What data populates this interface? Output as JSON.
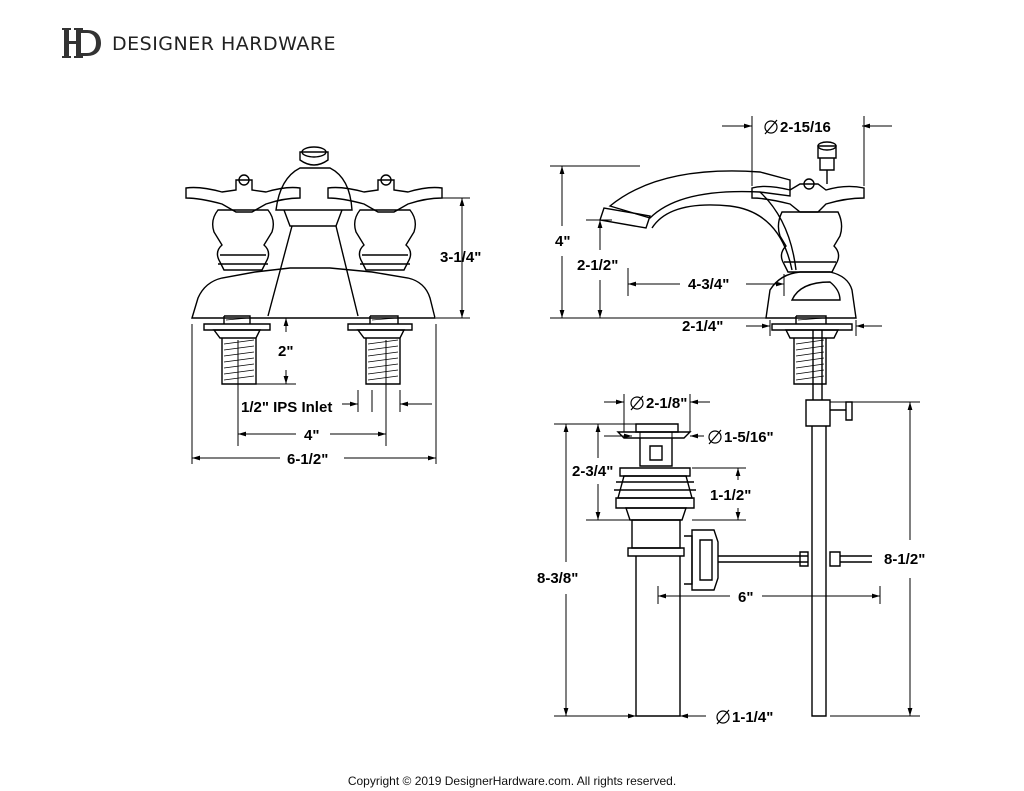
{
  "brand": {
    "logo_text": "DH",
    "name": "DESIGNER HARDWARE"
  },
  "dimensions": {
    "front_height": "3-1/4\"",
    "shank_length": "2\"",
    "inlet": "1/2\" IPS Inlet",
    "center_spread": "4\"",
    "overall_width": "6-1/2\"",
    "handle_diameter": "2-15/16",
    "side_height": "4\"",
    "spout_height": "2-1/2\"",
    "spout_reach": "4-3/4\"",
    "base_depth": "2-1/4\"",
    "drain_flange": "2-1/8\"",
    "drain_stopper": "1-5/16\"",
    "drain_top_height": "2-3/4\"",
    "drain_mid_height": "1-1/2\"",
    "drain_total_height": "8-3/8\"",
    "pivot_rod": "6\"",
    "lift_rod_height": "8-1/2\"",
    "tailpiece_diameter": "1-1/4\""
  },
  "footer": {
    "copyright": "Copyright © 2019 DesignerHardware.com. All rights reserved."
  }
}
